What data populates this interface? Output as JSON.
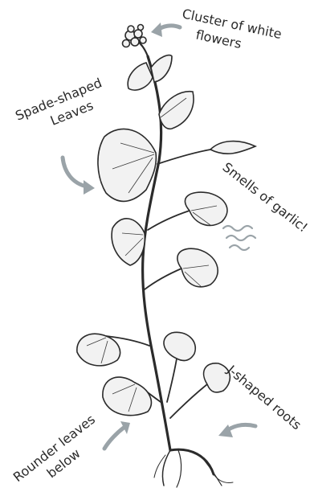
{
  "labels": {
    "flowers_line1": "Cluster of white",
    "flowers_line2": "flowers",
    "spade_line1": "Spade-shaped",
    "spade_line2": "Leaves",
    "garlic": "Smells of garlic!",
    "roots": "J-shaped roots",
    "rounder_line1": "Rounder leaves",
    "rounder_line2": "below"
  },
  "colors": {
    "ink": "#2b2b2b",
    "arrow": "#9aa3a8",
    "leaf_fill": "#f2f2f2",
    "background": "#ffffff"
  }
}
